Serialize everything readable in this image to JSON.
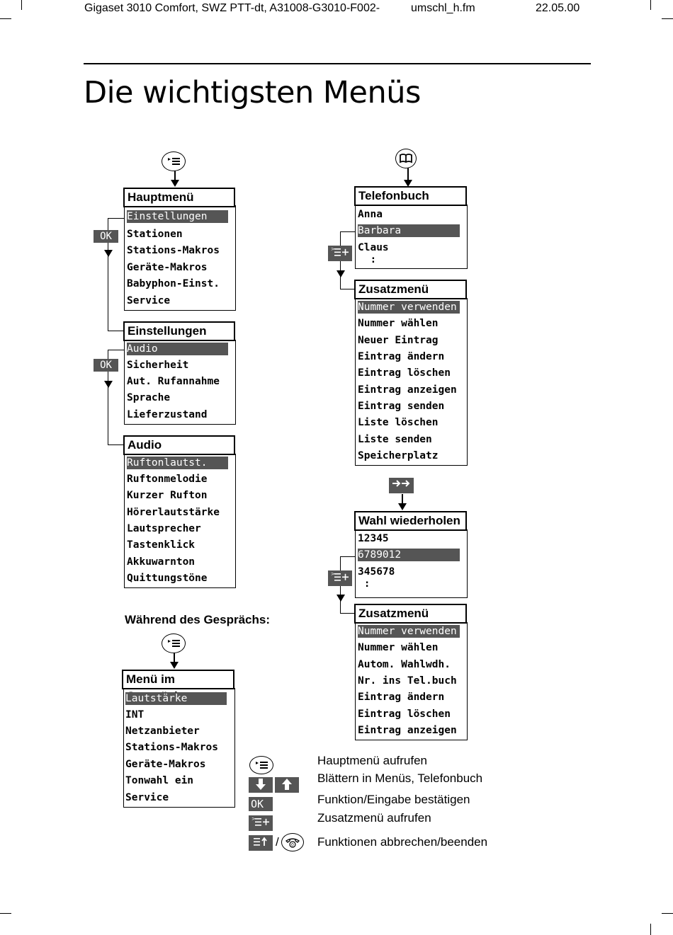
{
  "header": {
    "left": "Gigaset 3010 Comfort, SWZ PTT-dt, A31008-G3010-F002-",
    "mid": "umschl_h.fm",
    "right": "22.05.00"
  },
  "page_title": "Die wichtigsten Menüs",
  "hauptmenue": {
    "title": "Hauptmenü",
    "items": [
      "Einstellungen",
      "Stationen",
      "Stations-Makros",
      "Geräte-Makros",
      "Babyphon-Einst.",
      "Service"
    ]
  },
  "einstellungen": {
    "title": "Einstellungen",
    "items": [
      "Audio",
      "Sicherheit",
      "Aut. Rufannahme",
      "Sprache",
      "Lieferzustand"
    ]
  },
  "audio": {
    "title": "Audio",
    "items": [
      "Ruftonlautst.",
      "Ruftonmelodie",
      "Kurzer Rufton",
      "Hörerlautstärke",
      "Lautsprecher",
      "Tastenklick",
      "Akkuwarnton",
      "Quittungstöne"
    ]
  },
  "ok_key": "OK",
  "gespraech": {
    "heading": "Während des Gesprächs:",
    "title": "Menü im Gespräch",
    "items": [
      "Lautstärke",
      "INT",
      "Netzanbieter",
      "Stations-Makros",
      "Geräte-Makros",
      "Tonwahl ein",
      "Service"
    ]
  },
  "telefonbuch": {
    "title": "Telefonbuch",
    "items": [
      "Anna",
      "Barbara",
      "Claus",
      "  :"
    ]
  },
  "zusatz1": {
    "title": "Zusatzmenü",
    "items": [
      "Nummer verwenden",
      "Nummer wählen",
      "Neuer Eintrag",
      "Eintrag ändern",
      "Eintrag löschen",
      "Eintrag anzeigen",
      "Eintrag senden",
      "Liste löschen",
      "Liste senden",
      "Speicherplatz"
    ]
  },
  "wahl": {
    "title": "Wahl wiederholen",
    "items": [
      "12345",
      "6789012",
      "345678",
      " :"
    ]
  },
  "zusatz2": {
    "title": "Zusatzmenü",
    "items": [
      "Nummer verwenden",
      "Nummer wählen",
      "Autom. Wahlwdh.",
      "Nr. ins Tel.buch",
      "Eintrag ändern",
      "Eintrag löschen",
      "Eintrag anzeigen"
    ]
  },
  "legend": {
    "items": [
      "Hauptmenü aufrufen",
      "Blättern in Menüs, Telefonbuch",
      "Funktion/Eingabe bestätigen",
      "Zusatzmenü aufrufen",
      "Funktionen abbrechen/beenden"
    ],
    "separator": "/"
  },
  "colors": {
    "key_gray": "#555555"
  },
  "icons": [
    "menu-icon",
    "phonebook-icon",
    "redial-icon",
    "options-menu-icon",
    "arrow-down-key-icon",
    "arrow-up-key-icon",
    "end-key-icon",
    "handset-icon"
  ]
}
